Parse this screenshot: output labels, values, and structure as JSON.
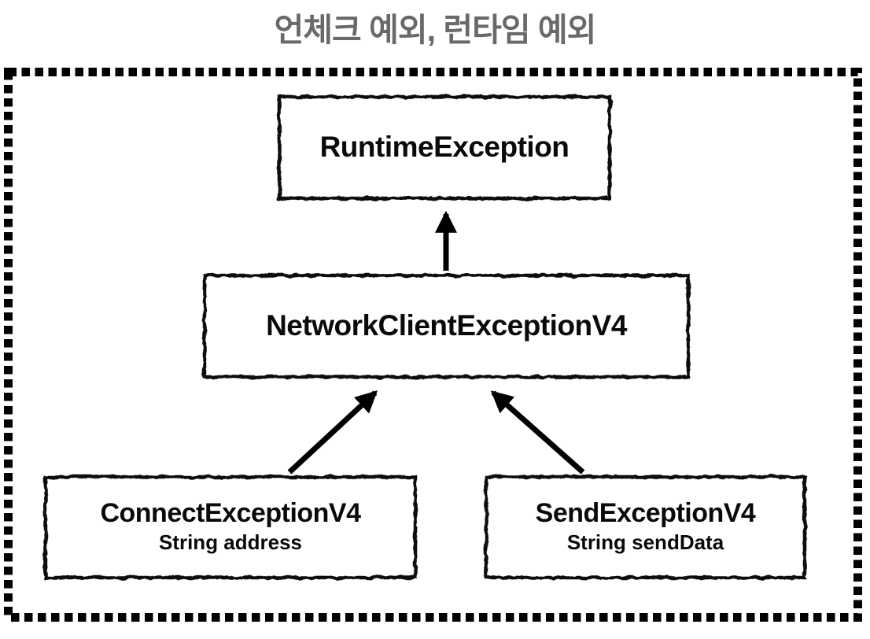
{
  "title": "언체크 예외, 런타임 예외",
  "diagram": {
    "boundary": "unchecked-runtime-exception-scope",
    "nodes": {
      "runtime": {
        "label": "RuntimeException"
      },
      "network_client": {
        "label": "NetworkClientExceptionV4"
      },
      "connect": {
        "label": "ConnectExceptionV4",
        "field": "String address"
      },
      "send": {
        "label": "SendExceptionV4",
        "field": "String sendData"
      }
    },
    "edges": [
      {
        "from": "network_client",
        "to": "runtime",
        "type": "inheritance-arrow"
      },
      {
        "from": "connect",
        "to": "network_client",
        "type": "inheritance-arrow"
      },
      {
        "from": "send",
        "to": "network_client",
        "type": "inheritance-arrow"
      }
    ],
    "colors": {
      "line": "#000000",
      "title": "#696969",
      "background": "#ffffff"
    }
  }
}
